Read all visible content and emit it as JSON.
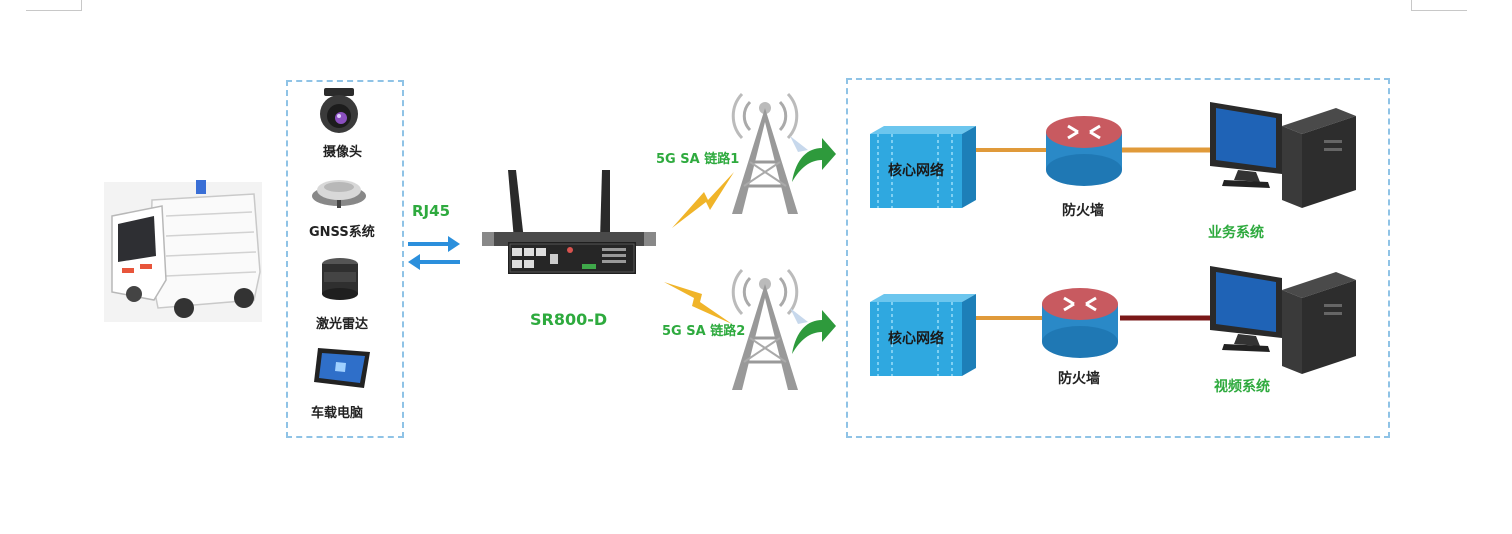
{
  "devices": {
    "camera": "摄像头",
    "gnss": "GNSS系统",
    "lidar": "激光雷达",
    "vehicle_pc": "车载电脑"
  },
  "interface_label": "RJ45",
  "router_model": "SR800-D",
  "links": {
    "link1": "5G SA 链路1",
    "link2": "5G SA 链路2"
  },
  "network": {
    "core1": "核心网络",
    "core2": "核心网络",
    "firewall1": "防火墙",
    "firewall2": "防火墙",
    "business_system": "业务系统",
    "video_system": "视频系统"
  },
  "colors": {
    "accent_green": "#2eaa3e",
    "arrow_blue": "#2b8fdc",
    "dash_border": "#8fc3e6",
    "core_blue": "#2fa8e0",
    "firewall_red": "#c85a60",
    "lightning_yellow": "#f0b429"
  }
}
